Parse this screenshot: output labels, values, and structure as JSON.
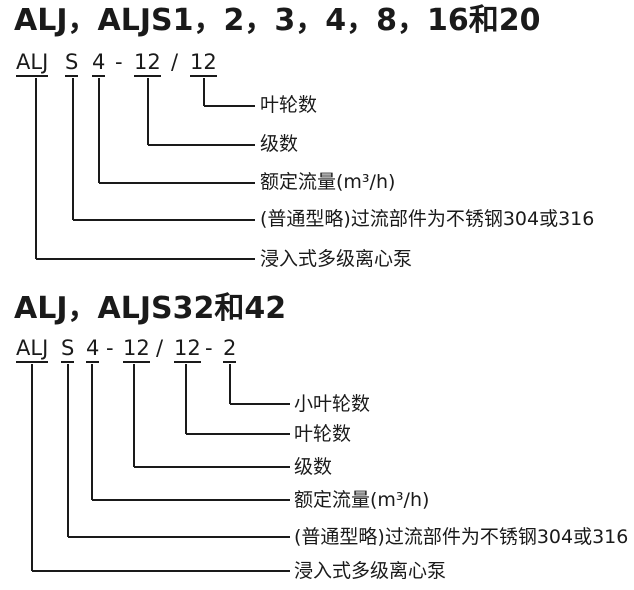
{
  "section1": {
    "title": "ALJ，ALJS1，2，3，4，8，16和20",
    "code": {
      "p1": "ALJ",
      "p2": "S",
      "p3": "4",
      "sep1": "-",
      "p4": "12",
      "sep2": "/",
      "p5": "12"
    },
    "labels": [
      "叶轮数",
      "级数",
      "额定流量(m³/h)",
      "(普通型略)过流部件为不锈钢304或316",
      "浸入式多级离心泵"
    ]
  },
  "section2": {
    "title": "ALJ，ALJS32和42",
    "code": {
      "p1": "ALJ",
      "p2": "S",
      "p3": "4",
      "sep1": "-",
      "p4": "12",
      "sep2": "/",
      "p5": "12",
      "sep3": "-",
      "p6": "2"
    },
    "labels": [
      "小叶轮数",
      "叶轮数",
      "级数",
      "额定流量(m³/h)",
      "(普通型略)过流部件为不锈钢304或316",
      "浸入式多级离心泵"
    ]
  }
}
